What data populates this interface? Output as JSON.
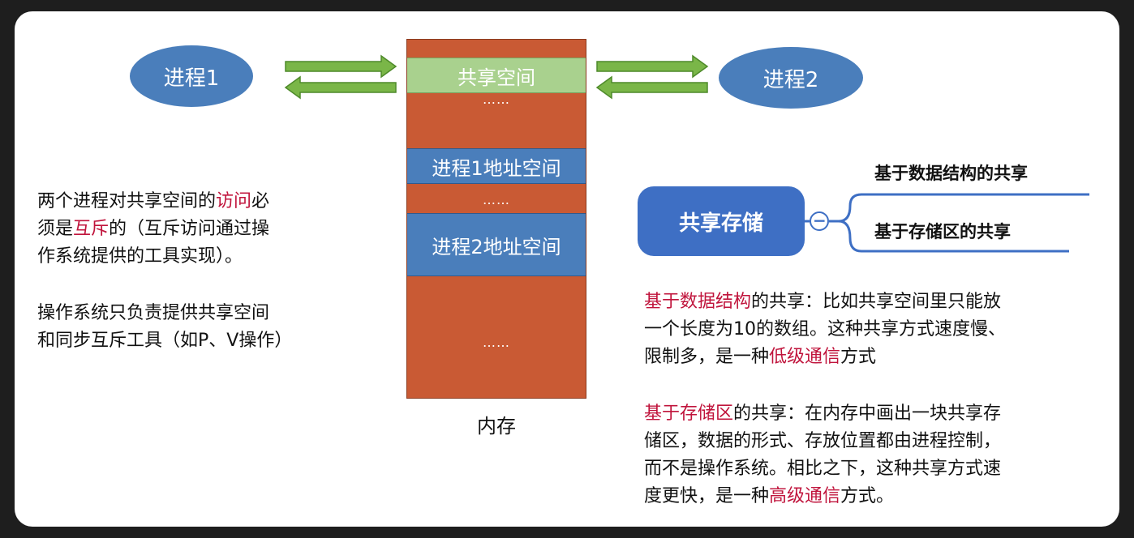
{
  "process1": {
    "label": "进程1"
  },
  "process2": {
    "label": "进程2"
  },
  "memory": {
    "shared": "共享空间",
    "dots1": "……",
    "p1_space": "进程1地址空间",
    "dots2": "……",
    "p2_space": "进程2地址空间",
    "dots3": "……",
    "caption": "内存"
  },
  "left_text": {
    "p1_a": "两个进程对共享空间的",
    "p1_access": "访问",
    "p1_b": "必",
    "p1_c": "须是",
    "p1_mutex": "互斥",
    "p1_d": "的（互斥访问通过操",
    "p1_e": "作系统提供的工具实现）。",
    "p2_a": "操作系统只负责提供共享空间",
    "p2_b": "和同步互斥工具（如P、V操作）"
  },
  "mindmap": {
    "root": "共享存储",
    "collapse_symbol": "−",
    "branch1": "基于数据结构的共享",
    "branch2": "基于存储区的共享"
  },
  "right_text": {
    "d1_red": "基于数据结构",
    "d1_a": "的共享：比如共享空间里只能放",
    "d1_b": "一个长度为10的数组。这种共享方式速度慢、",
    "d1_c": "限制多，是一种",
    "d1_low": "低级通信",
    "d1_d": "方式",
    "d2_red": "基于存储区",
    "d2_a": "的共享：在内存中画出一块共享存",
    "d2_b": "储区，数据的形式、存放位置都由进程控制，",
    "d2_c": "而不是操作系统。相比之下，这种共享方式速",
    "d2_d": "度更快，是一种",
    "d2_high": "高级通信",
    "d2_e": "方式。"
  },
  "colors": {
    "ellipse": "#4a7ebb",
    "memory": "#c95a34",
    "shared": "#a9d18e",
    "address_space": "#4a7ebb",
    "arrow": "#7ab648",
    "highlight": "#c0143c",
    "mindmap_root": "#3e6fc4"
  }
}
